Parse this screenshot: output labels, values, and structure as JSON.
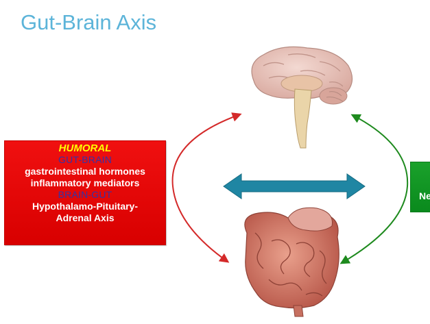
{
  "title": "Gut-Brain Axis",
  "humoral": {
    "heading": "HUMORAL",
    "gut_brain_label": "GUT-BRAIN",
    "gut_brain_line1": "gastrointestinal hormones",
    "gut_brain_line2": "inflammatory mediators",
    "brain_gut_label": "BRAIN-GUT",
    "brain_gut_line1": "Hypothalamo-Pituitary-",
    "brain_gut_line2": "Adrenal Axis"
  },
  "neural": {
    "visible_text": "Ne"
  },
  "colors": {
    "title": "#5cb4d9",
    "humoral_box": "#e60000",
    "humoral_heading": "#ffff00",
    "direction_label": "#3333a8",
    "neural_box": "#139a26",
    "red_arrow": "#d42a2a",
    "green_arrow": "#1e8a1e",
    "center_arrow": "#1f86a3"
  }
}
